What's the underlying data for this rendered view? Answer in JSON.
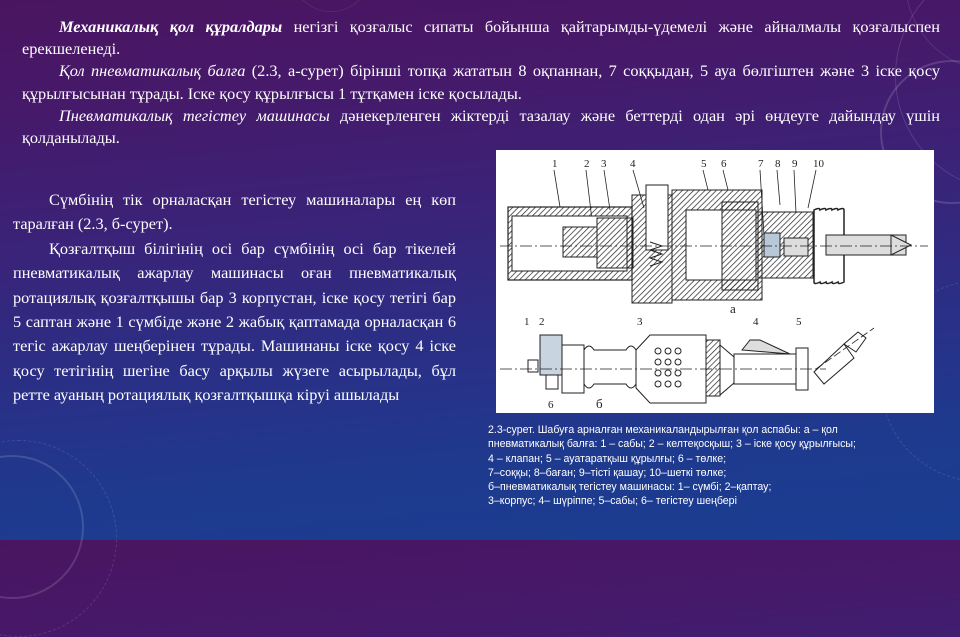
{
  "slide": {
    "top_paragraphs": [
      {
        "emphasis": "Механикалық қол құралдары",
        "emphasis_style": "bold-italic",
        "text": " негізгі қозғалыс сипаты бойынша қайтарымды-үдемелі және айналмалы қозғалыспен ерекшеленеді."
      },
      {
        "emphasis": "Қол пневматикалық балға",
        "emphasis_style": "italic",
        "text": " (2.3, а-сурет) бірінші топқа жататын 8 оқпаннан, 7 соққыдан, 5 ауа бөлгіштен және 3 іске қосу құрылғысынан тұрады. Іске қосу құрылғысы 1 тұтқамен іске қосылады."
      },
      {
        "emphasis": "Пневматикалық тегістеу машинасы",
        "emphasis_style": "italic",
        "text": " дәнекерленген жіктерді тазалау және беттерді одан әрі өңдеуге дайындау үшін қолданылады."
      }
    ],
    "left_paragraphs": [
      "Сүмбінің тік орналасқан тегістеу машиналары ең көп таралған (2.3, б-сурет).",
      "Қозғалтқыш білігінің осі бар сүмбінің осі бар тікелей пневматикалық ажарлау машинасы оған пневматикалық ротациялық қозғалтқышы бар 3 корпустан, іске қосу тетігі бар 5 саптан және 1 сүмбіде және 2 жабық қаптамада орналасқан 6 тегіс ажарлау шеңберінен тұрады. Машинаны іске қосу 4 іске қосу тетігінің шегіне басу арқылы жүзеге асырылады, бұл ретте ауаның ротациялық қозғалтқышқа кіруі ашылады"
    ],
    "figure": {
      "top_labels": [
        "1",
        "2",
        "3",
        "4",
        "5",
        "6",
        "7",
        "8",
        "9",
        "10"
      ],
      "sub_a_label": "а",
      "bottom_labels": [
        "1",
        "2",
        "3",
        "4",
        "5"
      ],
      "bottom_label_6": "6",
      "sub_b_label": "б"
    },
    "caption_lines": [
      "2.3-сурет. Шабуға арналған механикаландырылған қол аспабы: а – қол",
      "пневматикалық балға: 1 – сабы; 2 – келтеқосқыш; 3 – іске қосу құрылғысы;",
      "4 – клапан; 5 – ауатаратқыш құрылғы; 6 – төлке;",
      "7–соққы; 8–баған; 9–тісті қашау; 10–шеткі төлке;",
      "б–пневматикалық тегістеу машинасы: 1– сүмбі; 2–қаптау;",
      "3–корпус; 4– шүріппе; 5–сабы; 6– тегістеу шеңбері"
    ]
  },
  "colors": {
    "bg_top": "#4a1560",
    "bg_bottom": "#1a3d92",
    "text": "#ffffff",
    "figure_bg": "#ffffff"
  }
}
